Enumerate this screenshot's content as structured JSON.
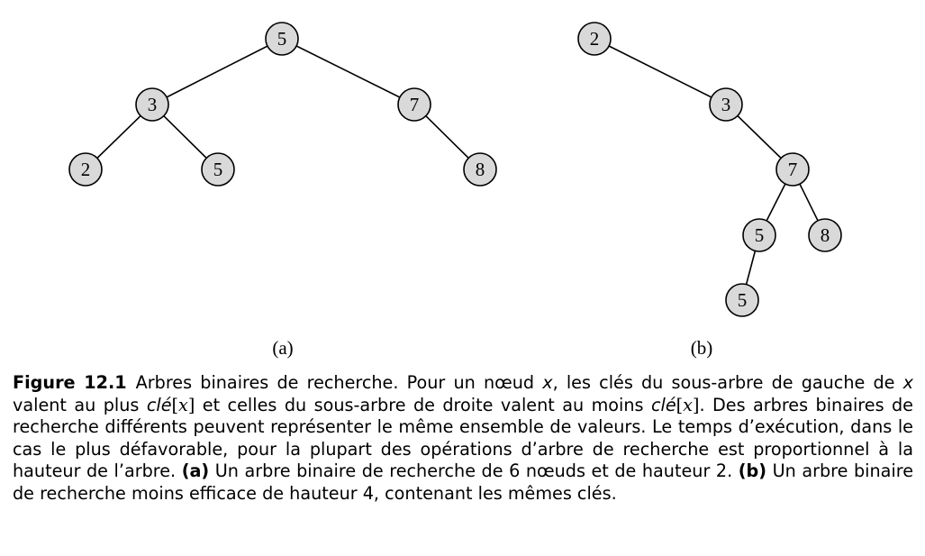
{
  "figure": {
    "tree_a": {
      "label": "(a)",
      "nodes": [
        {
          "id": "a5",
          "key": "5",
          "parent": null
        },
        {
          "id": "a3",
          "key": "3",
          "parent": "a5"
        },
        {
          "id": "a7",
          "key": "7",
          "parent": "a5"
        },
        {
          "id": "a2",
          "key": "2",
          "parent": "a3"
        },
        {
          "id": "a5b",
          "key": "5",
          "parent": "a3"
        },
        {
          "id": "a8",
          "key": "8",
          "parent": "a7"
        }
      ]
    },
    "tree_b": {
      "label": "(b)",
      "nodes": [
        {
          "id": "b2",
          "key": "2",
          "parent": null
        },
        {
          "id": "b3",
          "key": "3",
          "parent": "b2"
        },
        {
          "id": "b7",
          "key": "7",
          "parent": "b3"
        },
        {
          "id": "b5",
          "key": "5",
          "parent": "b7"
        },
        {
          "id": "b8",
          "key": "8",
          "parent": "b7"
        },
        {
          "id": "b5b",
          "key": "5",
          "parent": "b5"
        }
      ]
    }
  },
  "caption": {
    "number": "Figure 12.1",
    "s1": "Arbres binaires de recherche. Pour un nœud ",
    "var_x": "x",
    "s2": ", les clés du sous-arbre de gauche de ",
    "s3": " valent au plus ",
    "key_fn": "clé",
    "open_bracket": "[",
    "close_bracket": "]",
    "s4": " et celles du sous-arbre de droite valent au moins ",
    "s5": ". Des arbres binaires de recherche différents peuvent représenter le même ensemble de valeurs. Le temps d’exécution, dans le cas le plus défavorable, pour la plupart des opérations d’arbre de recherche est proportionnel à la hauteur de l’arbre. ",
    "label_a": "(a)",
    "s6": " Un arbre binaire de recherche de 6 nœuds et de hauteur 2. ",
    "label_b": "(b)",
    "s7": " Un arbre binaire de recherche moins efficace de hauteur 4, contenant les mêmes clés."
  }
}
